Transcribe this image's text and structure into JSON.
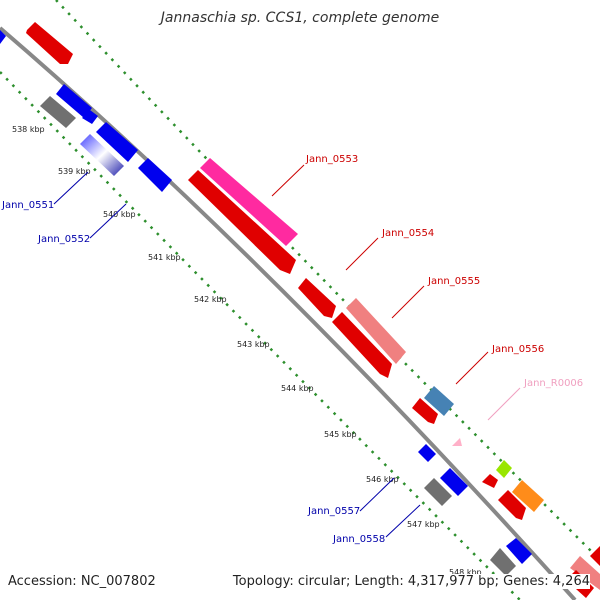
{
  "title": "Jannaschia sp. CCS1, complete genome",
  "footer": {
    "accession": "Accession: NC_007802",
    "summary": "Topology: circular; Length: 4,317,977 bp; Genes: 4,264"
  },
  "colors": {
    "backbone": "#888888",
    "tick_dots": "#2d8f2d",
    "forward_label": "#cc0000",
    "reverse_label": "#0000aa",
    "rna_label": "#f0a0c0"
  },
  "kbp_ticks": [
    "538 kbp",
    "539 kbp",
    "540 kbp",
    "541 kbp",
    "542 kbp",
    "543 kbp",
    "544 kbp",
    "545 kbp",
    "546 kbp",
    "547 kbp",
    "548 kbp"
  ],
  "gene_labels": [
    {
      "name": "Jann_0551",
      "color": "#0000aa"
    },
    {
      "name": "Jann_0552",
      "color": "#0000aa"
    },
    {
      "name": "Jann_0553",
      "color": "#cc0000"
    },
    {
      "name": "Jann_0554",
      "color": "#cc0000"
    },
    {
      "name": "Jann_0555",
      "color": "#cc0000"
    },
    {
      "name": "Jann_0556",
      "color": "#cc0000"
    },
    {
      "name": "Jann_R0006",
      "color": "#f0a0c0"
    },
    {
      "name": "Jann_0557",
      "color": "#0000aa"
    },
    {
      "name": "Jann_0558",
      "color": "#0000aa"
    }
  ]
}
